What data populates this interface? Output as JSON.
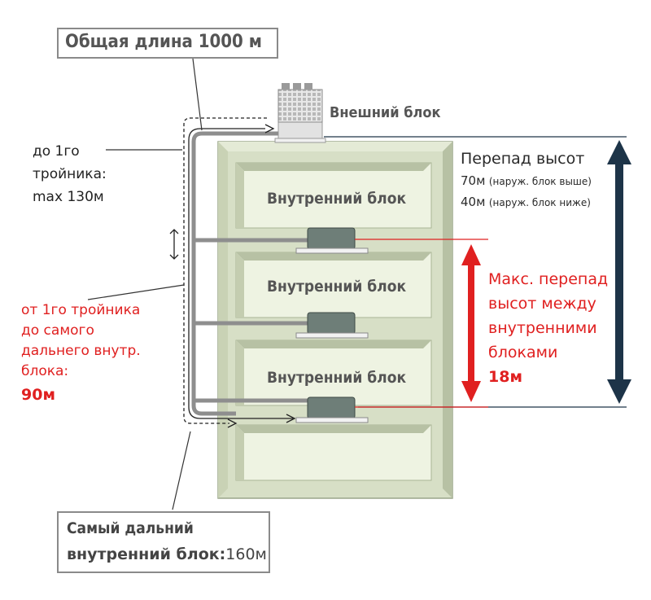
{
  "total_length": "Общая длина 1000 м",
  "outdoor_unit_label": "Внешний блок",
  "indoor_unit_label": "Внутренний блок",
  "to_first_tee": {
    "line1": "до 1го",
    "line2": "тройника:",
    "line3": "max 130м"
  },
  "from_first_tee": {
    "line1": "от 1го тройника",
    "line2": "до самого",
    "line3": "дальнего внутр.",
    "line4": "блока:",
    "value": "90м"
  },
  "farthest_unit": {
    "line1": "Самый дальний",
    "line2_text": "внутренний блок:",
    "line2_value": "160м"
  },
  "height_diff": {
    "title": "Перепад высот",
    "upper_value": "70м",
    "upper_note": "(наруж. блок выше)",
    "lower_value": "40м",
    "lower_note": "(наруж. блок ниже)"
  },
  "indoor_height_diff": {
    "line1": "Макс. перепад",
    "line2": "высот между",
    "line3": "внутренними",
    "line4": "блоками",
    "value": "18м"
  },
  "colors": {
    "building": "#d7dfc6",
    "building_dark": "#aeb89c",
    "pipe": "#8e8e8e",
    "red": "#e02020",
    "navy_arrow": "#1d3448",
    "unit": "#6e7e78"
  }
}
